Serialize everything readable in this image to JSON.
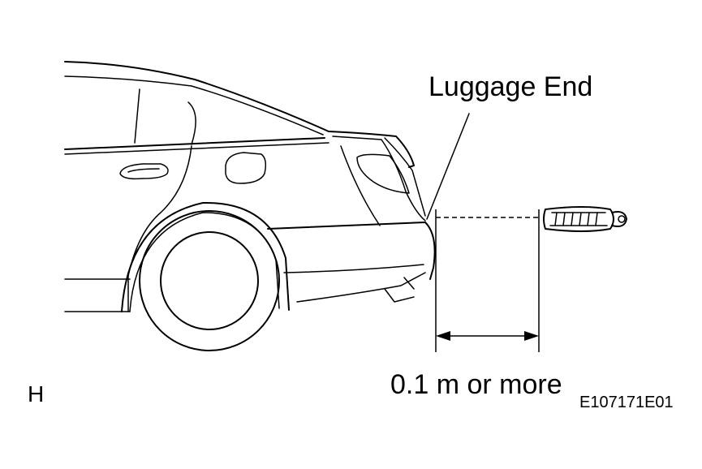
{
  "labels": {
    "luggage_end": "Luggage End",
    "distance": "0.1 m or more",
    "view_letter": "H",
    "figure_code": "E107171E01"
  }
}
